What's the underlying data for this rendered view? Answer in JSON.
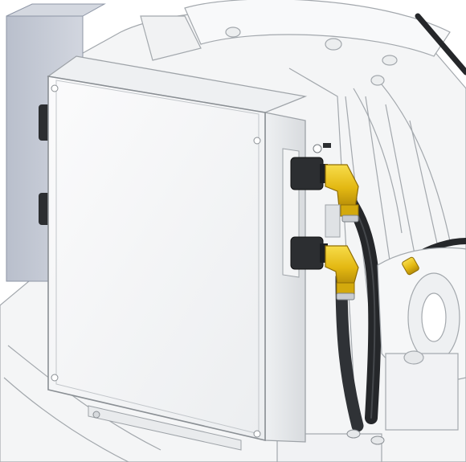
{
  "scene": {
    "background_color": "#ffffff",
    "housing_color": "#f4f5f6",
    "outline_color": "#9ea3a8",
    "enclosure_face_color": "#f7f8f9",
    "enclosure_side_color": "#e6e8ea",
    "side_panel_color": "#c7cbd6",
    "hose_color": "#25272a",
    "fitting_color": "#e8c21a",
    "connector_color": "#2c2e31",
    "icons": {
      "enclosure": "electrical-enclosure",
      "fittings": "elbow-hose-fitting",
      "connectors": "cable-gland",
      "hoses": "hydraulic-hose"
    }
  }
}
